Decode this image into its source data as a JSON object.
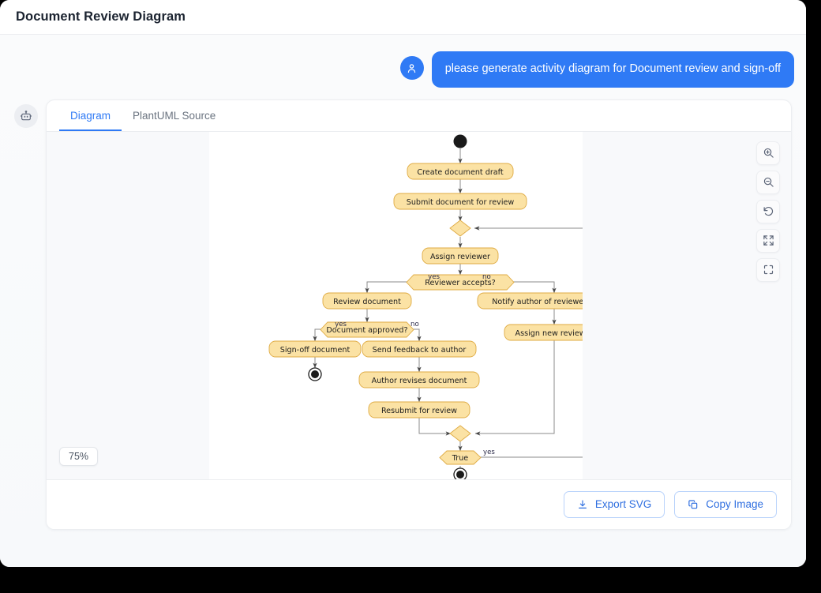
{
  "window": {
    "title": "Document Review Diagram"
  },
  "chat": {
    "user_avatar_icon": "user-icon",
    "user_message": "please generate activity diagram for Document review and sign-off",
    "bot_avatar_icon": "robot-icon"
  },
  "card": {
    "tabs": [
      {
        "label": "Diagram",
        "active": true
      },
      {
        "label": "PlantUML Source",
        "active": false
      }
    ],
    "zoom_level": "75%",
    "controls": [
      {
        "name": "zoom-in-icon",
        "title": "Zoom in"
      },
      {
        "name": "zoom-out-icon",
        "title": "Zoom out"
      },
      {
        "name": "reset-view-icon",
        "title": "Reset view"
      },
      {
        "name": "fit-screen-icon",
        "title": "Fit to screen"
      },
      {
        "name": "fullscreen-icon",
        "title": "Fullscreen"
      }
    ],
    "footer": {
      "export_label": "Export SVG",
      "copy_label": "Copy Image"
    }
  },
  "colors": {
    "accent": "#2f7af5",
    "bubble": "#2f7af5",
    "node_fill": "#fbe2a4",
    "node_stroke": "#dfab43",
    "edge": "#8b8b8b",
    "canvas": "#f8f9fb",
    "stage": "#ffffff"
  },
  "diagram": {
    "type": "activity",
    "title": "Document review and sign-off",
    "nodes": [
      {
        "id": "start",
        "kind": "start",
        "label": ""
      },
      {
        "id": "n1",
        "kind": "activity",
        "label": "Create document draft"
      },
      {
        "id": "n2",
        "kind": "activity",
        "label": "Submit document for review"
      },
      {
        "id": "merge1",
        "kind": "merge",
        "label": ""
      },
      {
        "id": "n3",
        "kind": "activity",
        "label": "Assign reviewer"
      },
      {
        "id": "d1",
        "kind": "decision",
        "label": "Reviewer accepts?"
      },
      {
        "id": "n4",
        "kind": "activity",
        "label": "Review document"
      },
      {
        "id": "n5",
        "kind": "activity",
        "label": "Notify author of reviewer decline"
      },
      {
        "id": "d2",
        "kind": "decision",
        "label": "Document approved?"
      },
      {
        "id": "n6",
        "kind": "activity",
        "label": "Assign new reviewer"
      },
      {
        "id": "n7",
        "kind": "activity",
        "label": "Sign-off document"
      },
      {
        "id": "n8",
        "kind": "activity",
        "label": "Send feedback to author"
      },
      {
        "id": "end1",
        "kind": "end",
        "label": ""
      },
      {
        "id": "n9",
        "kind": "activity",
        "label": "Author revises document"
      },
      {
        "id": "n10",
        "kind": "activity",
        "label": "Resubmit for review"
      },
      {
        "id": "merge2",
        "kind": "merge",
        "label": ""
      },
      {
        "id": "d3",
        "kind": "decision",
        "label": "True"
      },
      {
        "id": "end2",
        "kind": "end",
        "label": ""
      }
    ],
    "edges": [
      {
        "from": "start",
        "to": "n1",
        "guard": ""
      },
      {
        "from": "n1",
        "to": "n2",
        "guard": ""
      },
      {
        "from": "n2",
        "to": "merge1",
        "guard": ""
      },
      {
        "from": "merge1",
        "to": "n3",
        "guard": ""
      },
      {
        "from": "n3",
        "to": "d1",
        "guard": ""
      },
      {
        "from": "d1",
        "to": "n4",
        "guard": "yes"
      },
      {
        "from": "d1",
        "to": "n5",
        "guard": "no"
      },
      {
        "from": "n4",
        "to": "d2",
        "guard": ""
      },
      {
        "from": "d2",
        "to": "n7",
        "guard": "yes"
      },
      {
        "from": "d2",
        "to": "n8",
        "guard": "no"
      },
      {
        "from": "n5",
        "to": "n6",
        "guard": ""
      },
      {
        "from": "n6",
        "to": "merge2",
        "guard": ""
      },
      {
        "from": "n7",
        "to": "end1",
        "guard": ""
      },
      {
        "from": "n8",
        "to": "n9",
        "guard": ""
      },
      {
        "from": "n9",
        "to": "n10",
        "guard": ""
      },
      {
        "from": "n10",
        "to": "merge2",
        "guard": ""
      },
      {
        "from": "merge2",
        "to": "d3",
        "guard": ""
      },
      {
        "from": "d3",
        "to": "merge1",
        "guard": "yes"
      },
      {
        "from": "d3",
        "to": "end2",
        "guard": ""
      }
    ],
    "guards": {
      "g_yes_reviewer": "yes",
      "g_no_reviewer": "no",
      "g_yes_approved": "yes",
      "g_no_approved": "no",
      "g_yes_true": "yes"
    }
  }
}
